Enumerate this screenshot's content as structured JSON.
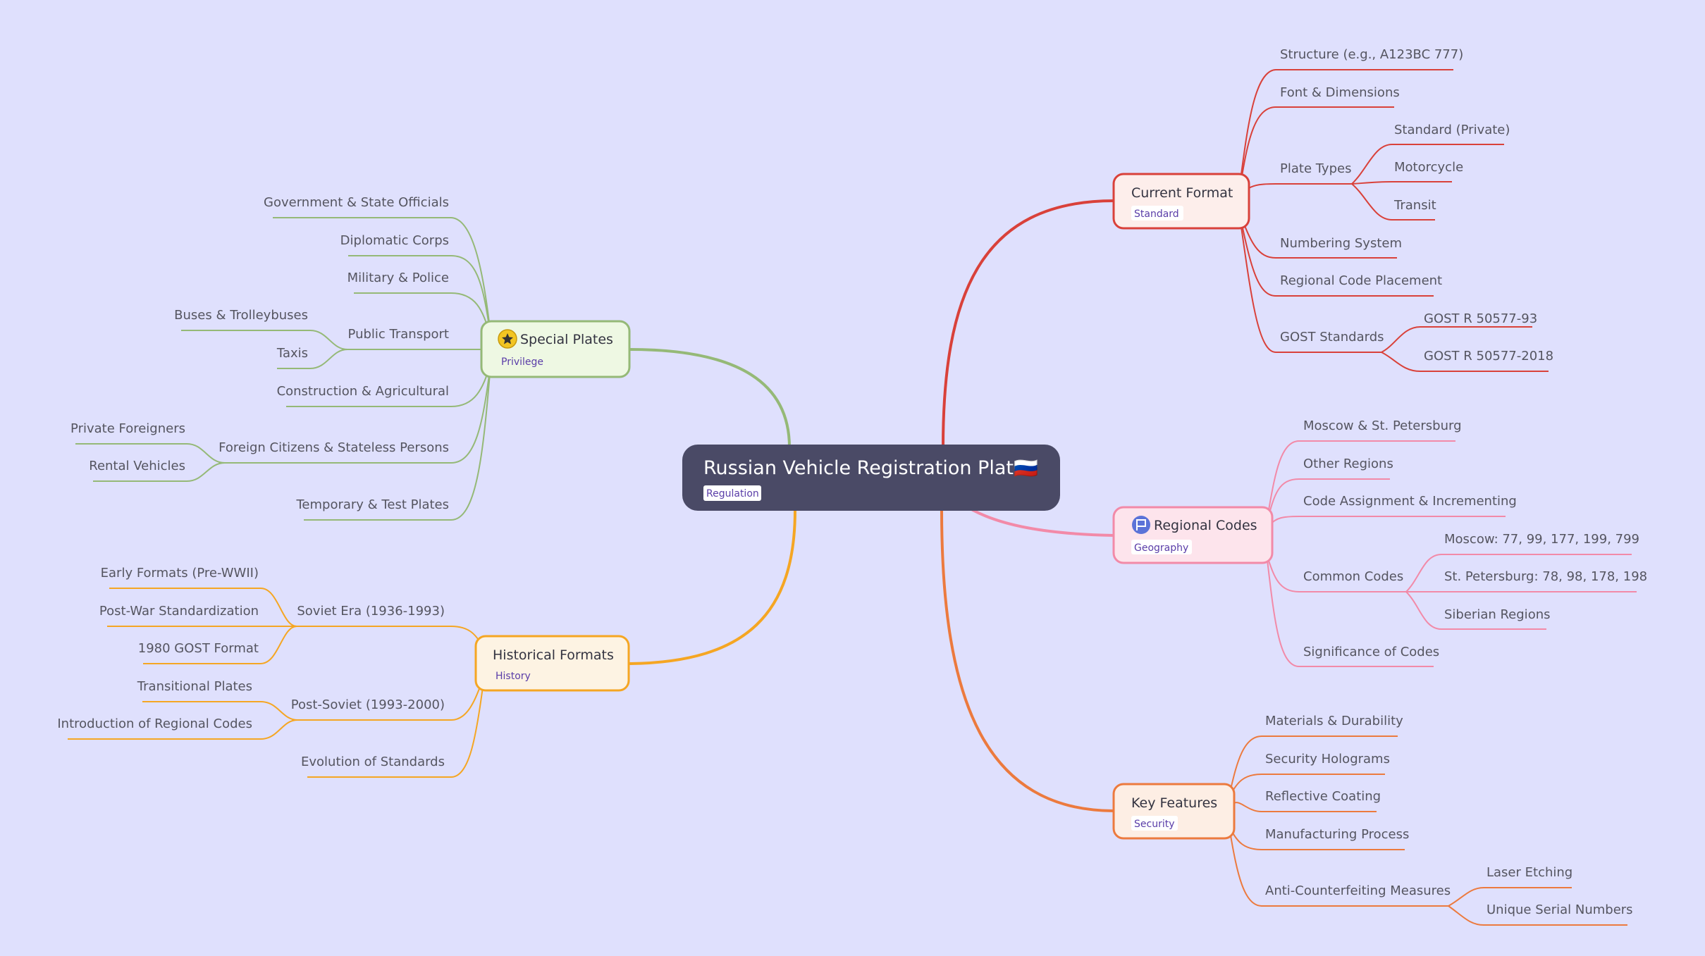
{
  "root": {
    "title": "Russian Vehicle Registration Plates",
    "flag": "🇷🇺",
    "tag": "Regulation"
  },
  "colors": {
    "background": "#dfe0fd",
    "root": "#4a4a66",
    "current_format": "#d9413a",
    "regional_codes": "#f28aa8",
    "key_features": "#ec7a3e",
    "special_plates": "#95b977",
    "historical_formats": "#f5a623"
  },
  "branches": {
    "current_format": {
      "title": "Current Format",
      "tag": "Standard",
      "items": {
        "structure": "Structure (e.g., A123BC 777)",
        "font": "Font & Dimensions",
        "plate_types": "Plate Types",
        "plate_types_children": [
          "Standard (Private)",
          "Motorcycle",
          "Transit"
        ],
        "numbering": "Numbering System",
        "regional_placement": "Regional Code Placement",
        "gost": "GOST Standards",
        "gost_children": [
          "GOST R 50577-93",
          "GOST R 50577-2018"
        ]
      }
    },
    "regional_codes": {
      "title": "Regional Codes",
      "tag": "Geography",
      "icon": "flag-icon",
      "items": {
        "moscow_spb": "Moscow & St. Petersburg",
        "other_regions": "Other Regions",
        "assignment": "Code Assignment & Incrementing",
        "common": "Common Codes",
        "common_children": [
          "Moscow: 77, 99, 177, 199, 799",
          "St. Petersburg: 78, 98, 178, 198",
          "Siberian Regions"
        ],
        "significance": "Significance of Codes"
      }
    },
    "key_features": {
      "title": "Key Features",
      "tag": "Security",
      "items": {
        "materials": "Materials & Durability",
        "holograms": "Security Holograms",
        "reflective": "Reflective Coating",
        "manufacturing": "Manufacturing Process",
        "anti": "Anti-Counterfeiting Measures",
        "anti_children": [
          "Laser Etching",
          "Unique Serial Numbers"
        ]
      }
    },
    "special_plates": {
      "title": "Special Plates",
      "tag": "Privilege",
      "icon": "star-icon",
      "items": {
        "government": "Government & State Officials",
        "diplomatic": "Diplomatic Corps",
        "military": "Military & Police",
        "transport": "Public Transport",
        "transport_children": [
          "Buses & Trolleybuses",
          "Taxis"
        ],
        "construction": "Construction & Agricultural",
        "foreign": "Foreign Citizens & Stateless Persons",
        "foreign_children": [
          "Private Foreigners",
          "Rental Vehicles"
        ],
        "temporary": "Temporary & Test Plates"
      }
    },
    "historical_formats": {
      "title": "Historical Formats",
      "tag": "History",
      "items": {
        "soviet": "Soviet Era (1936-1993)",
        "soviet_children": [
          "Early Formats (Pre-WWII)",
          "Post-War Standardization",
          "1980 GOST Format"
        ],
        "post_soviet": "Post-Soviet (1993-2000)",
        "post_soviet_children": [
          "Transitional Plates",
          "Introduction of Regional Codes"
        ],
        "evolution": "Evolution of Standards"
      }
    }
  }
}
